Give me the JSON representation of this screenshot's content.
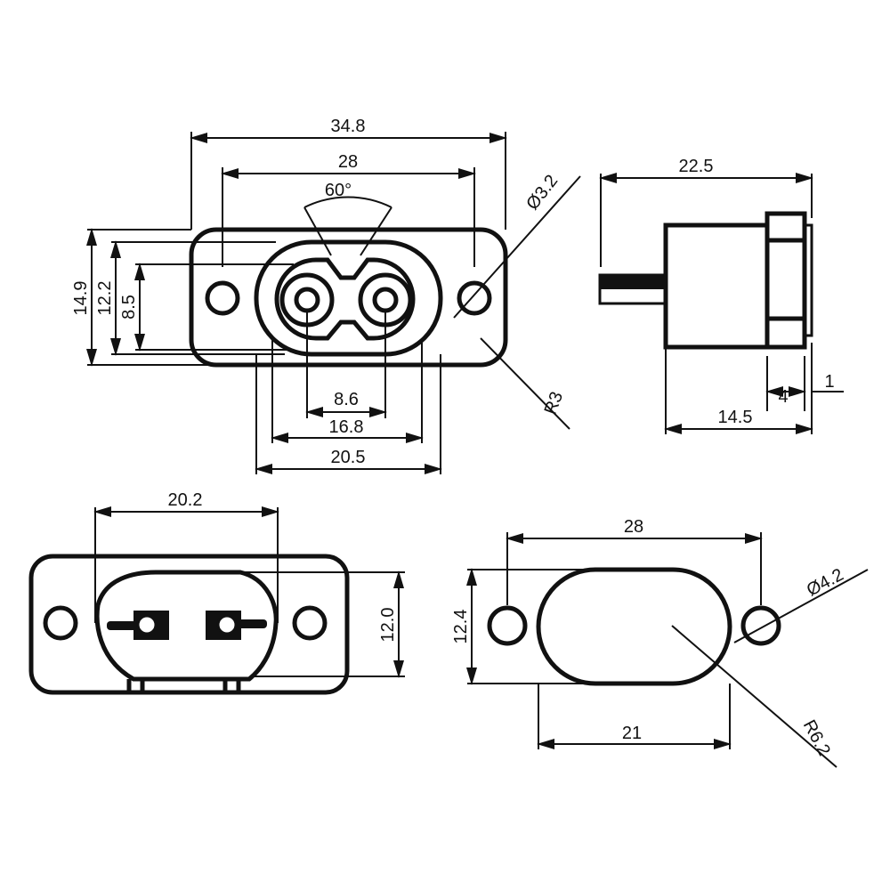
{
  "front_view": {
    "overall_width": "34.8",
    "hole_spacing": "28",
    "angle": "60°",
    "hole_diameter": "Ø3.2",
    "overall_height": "14.9",
    "body_height": "12.2",
    "inner_height": "8.5",
    "pin_spacing": "8.6",
    "inner_width": "16.8",
    "body_width": "20.5",
    "corner_radius": "R3"
  },
  "side_view": {
    "overall_length": "22.5",
    "body_length": "14.5",
    "flange": "4",
    "plate": "1"
  },
  "rear_view": {
    "body_width": "20.2",
    "body_height": "12.0"
  },
  "panel_cutout": {
    "hole_spacing": "28",
    "height": "12.4",
    "width": "21",
    "hole_diameter": "Ø4.2",
    "radius": "R6.2"
  }
}
